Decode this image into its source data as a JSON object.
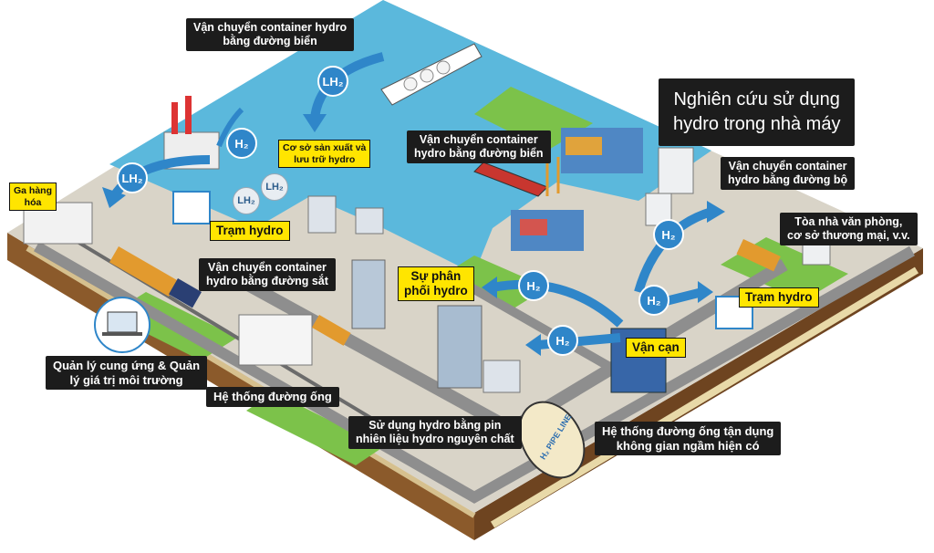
{
  "labels": {
    "sea_container": "Vận chuyển container hydro\nbằng đường biển",
    "research": "Nghiên cứu sử dụng\nhydro trong nhà máy",
    "port_container": "Vận chuyển container\nhydro bằng đường biển",
    "road_container": "Vận chuyển container\nhydro bằng đường bộ",
    "production": "Cơ sở sản xuất và\nlưu trữ hydro",
    "freight_station": "Ga hàng\nhóa",
    "station_left": "Trạm hydro",
    "rail_container": "Vận chuyển container\nhydro bằng đường sắt",
    "distribution": "Sự phân\nphối hydro",
    "offices": "Tòa nhà văn phòng,\ncơ sở thương mại, v.v.",
    "station_right": "Trạm hydro",
    "supply_mgmt": "Quản lý cung ứng & Quản\nlý giá trị môi trường",
    "inland_port": "Vận cạn",
    "pipeline": "Hệ thống đường ống",
    "fuel_cell": "Sử dụng hydro bằng pin\nnhiên liệu hydro nguyên chất",
    "underground": "Hệ thống đường ống tận dụng\nkhông gian ngầm hiện có"
  },
  "chips": {
    "lh2": "LH₂",
    "h2": "H₂"
  },
  "pipe_text": "H₂ PIPE LINE",
  "colors": {
    "sea": "#5bb8dc",
    "ground": "#d9d4c8",
    "grass": "#7cc24a",
    "road": "#8e8e8e",
    "soil": "#8b5a2b",
    "arrow": "#2f86c9",
    "label_bg": "#1c1c1c",
    "highlight": "#ffe500"
  }
}
